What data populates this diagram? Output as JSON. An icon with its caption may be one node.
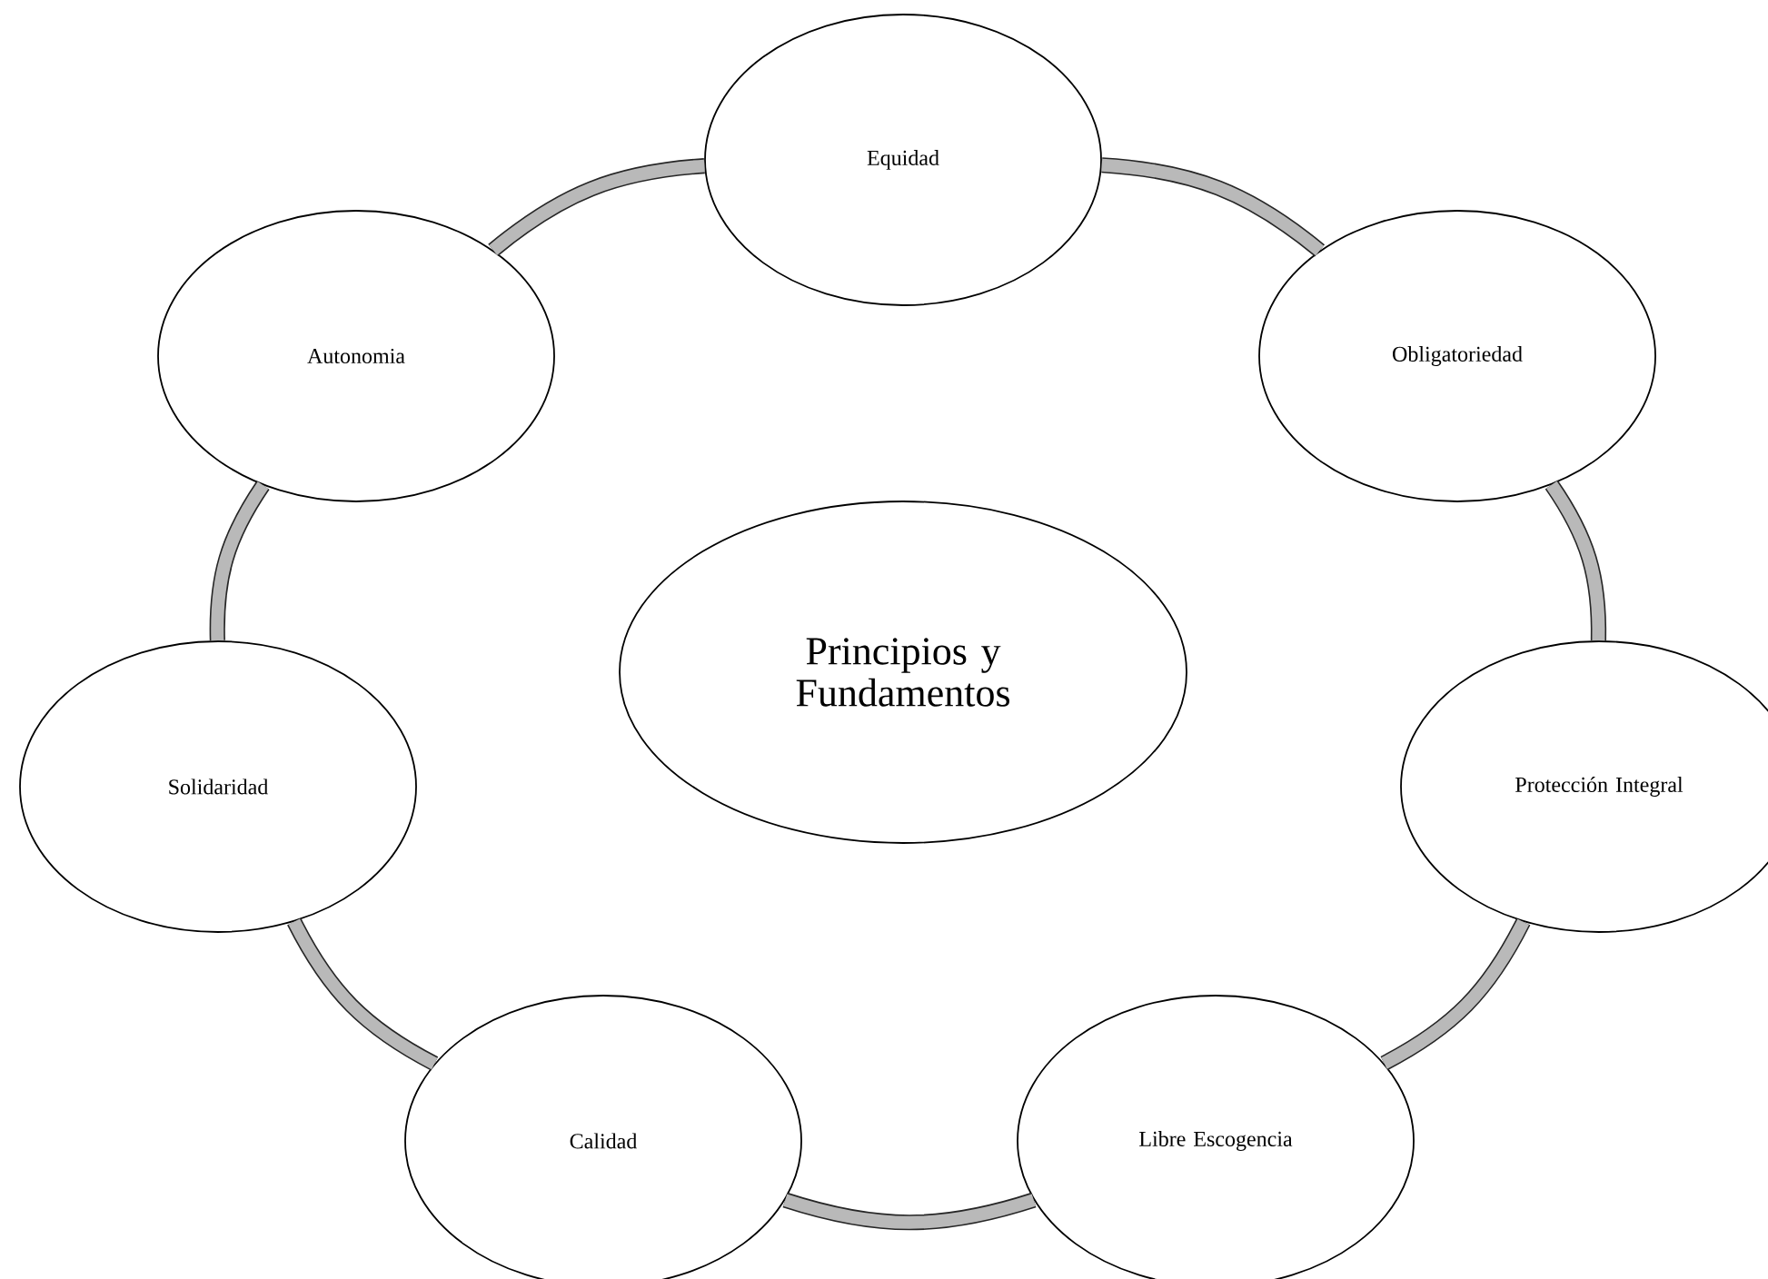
{
  "diagram": {
    "nodes": [
      {
        "text": [
          "Principios y Fundamentos"
        ]
      },
      {
        "text": [
          "Equidad"
        ]
      },
      {
        "text": [
          "Obligatoriedad"
        ]
      },
      {
        "text": [
          "Protección Integral"
        ]
      },
      {
        "text": [
          "Libre Escogencia"
        ]
      },
      {
        "text": [
          "Calidad"
        ]
      },
      {
        "text": [
          "Solidaridad"
        ]
      },
      {
        "text": [
          "Autonomia"
        ]
      }
    ],
    "edges": [
      {
        "from": 1,
        "to": 2,
        "arrow": "none"
      },
      {
        "from": 2,
        "to": 3,
        "arrow": "none"
      },
      {
        "from": 3,
        "to": 4,
        "arrow": "none"
      },
      {
        "from": 4,
        "to": 5,
        "arrow": "none"
      },
      {
        "from": 5,
        "to": 6,
        "arrow": "none"
      },
      {
        "from": 6,
        "to": 7,
        "arrow": "none"
      },
      {
        "from": 7,
        "to": 1,
        "arrow": "none"
      }
    ]
  }
}
